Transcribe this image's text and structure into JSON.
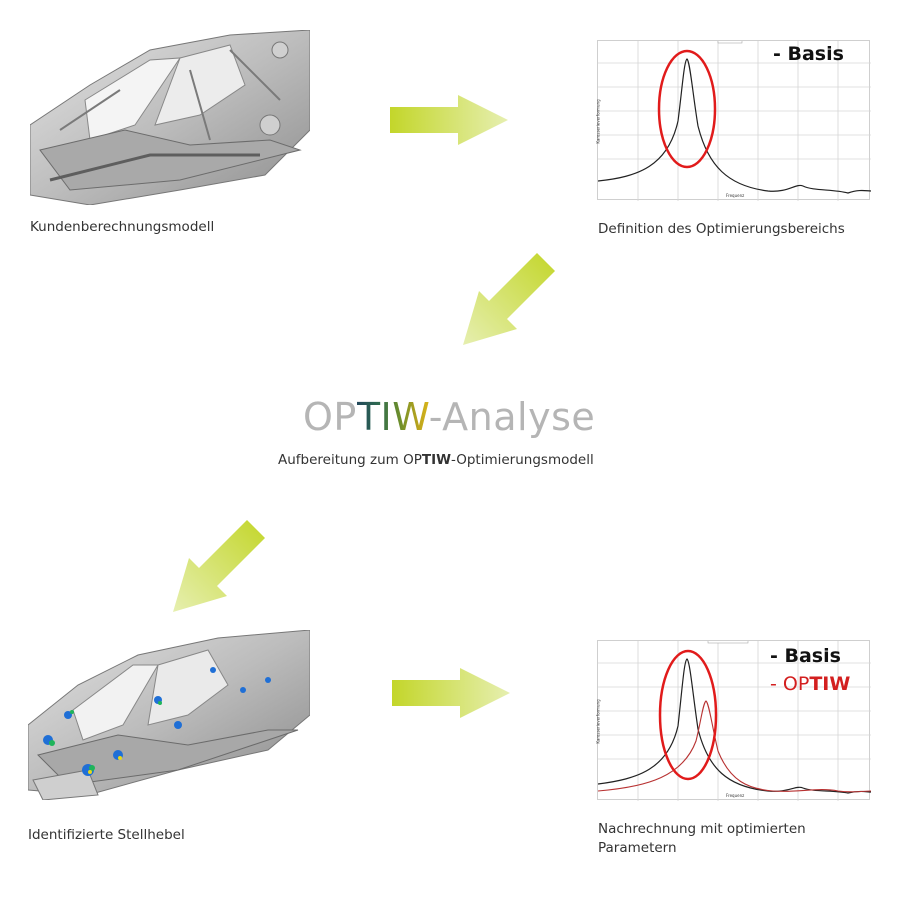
{
  "captions": {
    "customer_model": "Kundenberechnungsmodell",
    "definition": "Definition des Optimierungsbereichs",
    "prep_prefix": "Aufbereitung zum OP",
    "prep_bold": "TIW",
    "prep_suffix": "-Optimierungsmodell",
    "levers": "Identifizierte Stellhebel",
    "recalc_line1": "Nachrechnung mit optimierten",
    "recalc_line2": "Parametern"
  },
  "logo": {
    "op": "OP",
    "tiw": "TIW",
    "rest": "-Analyse"
  },
  "chart_top": {
    "legend_basis": "- Basis",
    "xlabel": "Frequenz",
    "ylabel": "Karosserieverformung"
  },
  "chart_bottom": {
    "legend_basis": "- Basis",
    "legend_optiw_prefix": "- OP",
    "legend_optiw_bold": "TIW",
    "xlabel": "Frequenz",
    "ylabel": "Karosserieverformung"
  },
  "colors": {
    "arrow_start": "#c3d62a",
    "arrow_end": "#e6efb0",
    "highlight_ellipse": "#e11b1b",
    "basis_curve": "#222222",
    "optiw_curve": "#b83232"
  }
}
